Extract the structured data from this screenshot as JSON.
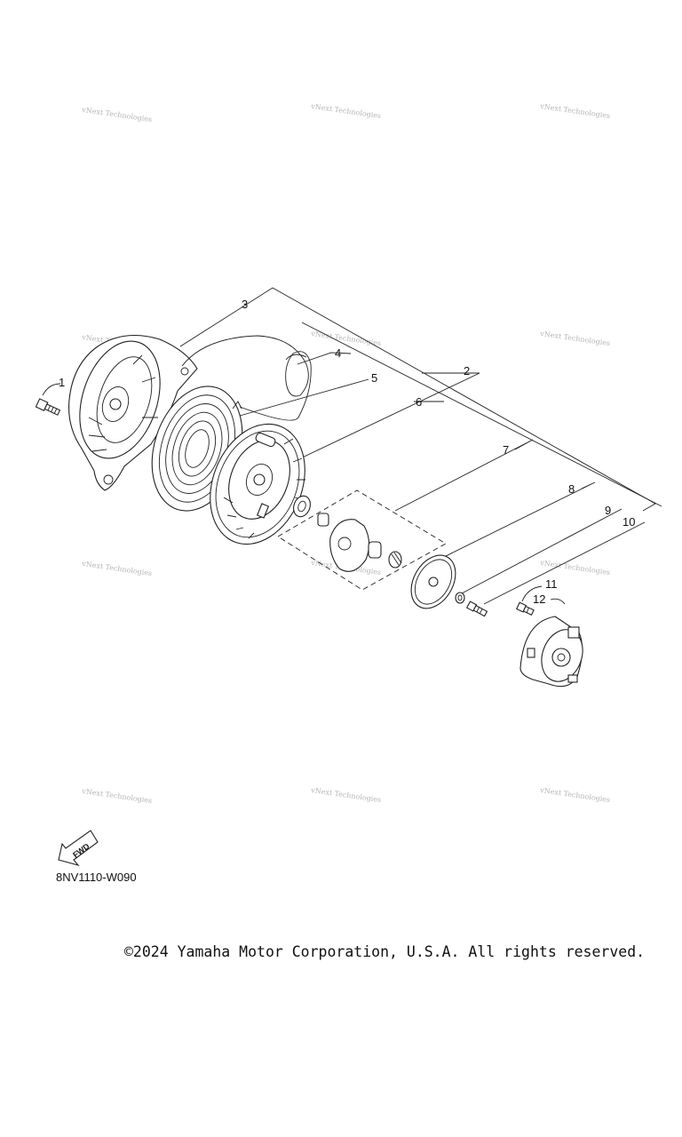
{
  "watermark": {
    "text": "vNext Technologies"
  },
  "callouts": [
    {
      "id": "c1",
      "label": "1"
    },
    {
      "id": "c2",
      "label": "2"
    },
    {
      "id": "c3",
      "label": "3"
    },
    {
      "id": "c4",
      "label": "4"
    },
    {
      "id": "c5",
      "label": "5"
    },
    {
      "id": "c6",
      "label": "6"
    },
    {
      "id": "c7",
      "label": "7"
    },
    {
      "id": "c8",
      "label": "8"
    },
    {
      "id": "c9",
      "label": "9"
    },
    {
      "id": "c10",
      "label": "10"
    },
    {
      "id": "c11",
      "label": "11"
    },
    {
      "id": "c12",
      "label": "12"
    }
  ],
  "fwd_label": "FWD",
  "diagram_code": "8NV1110-W090",
  "copyright": "©2024 Yamaha Motor Corporation, U.S.A. All rights reserved."
}
